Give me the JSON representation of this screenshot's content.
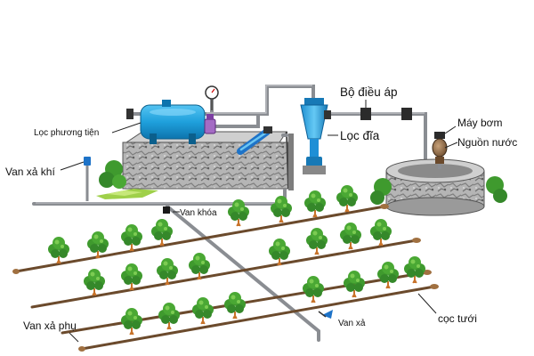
{
  "labels": {
    "media_filter": "Lọc phương tiện",
    "air_vent_valve": "Van xả khí",
    "pressure_regulator": "Bộ điều áp",
    "disc_filter": "Lọc đĩa",
    "pump": "Máy bơm",
    "water_source": "Nguồn nước",
    "shutoff_valve": "Van khóa",
    "secondary_drain_valve": "Van xả phụ",
    "drain_valve": "Van xả",
    "irrigation_stake": "cọc tưới"
  },
  "colors": {
    "pipe": "#8a8d92",
    "pipe_dark": "#5a5d62",
    "tank": "#1fa0dc",
    "stone": "#9a9a9a",
    "plant": "#3f9a2e",
    "plant_light": "#6cc04a",
    "drip_line": "#6b4a2c",
    "grass": "#9fd04a",
    "accent_blue": "#1e73c8"
  },
  "icons": {
    "tank": "media-filter-tank-icon",
    "disc_filter": "disc-filter-icon",
    "pump": "pump-icon",
    "well": "well-icon",
    "plant": "plant-icon"
  }
}
